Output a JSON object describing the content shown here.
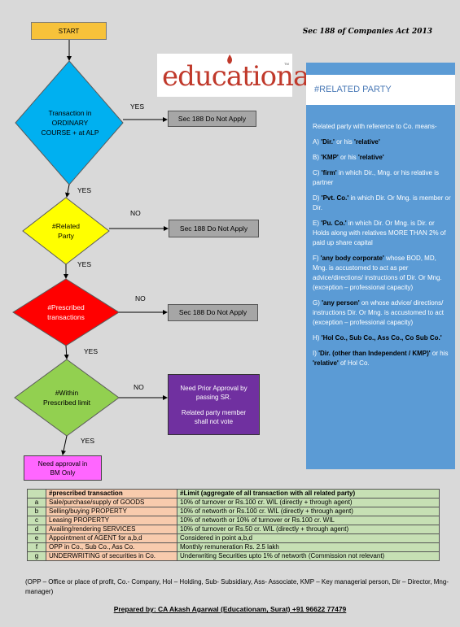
{
  "flow": {
    "start": "START",
    "d1": "Transaction in ORDINARY COURSE + at ALP",
    "d2": "#Related Party",
    "d3": "#Prescribed transactions",
    "d4": "#Within Prescribed limit",
    "na1": "Sec 188 Do Not Apply",
    "na2": "Sec 188 Do Not Apply",
    "na3": "Sec 188 Do Not Apply",
    "yes": "YES",
    "no": "NO",
    "approval_line1": "Need Prior Approval by passing SR.",
    "approval_line2": "Related party member shall not vote",
    "need_bm": "Need approval in BM Only"
  },
  "header": {
    "title": "Sec 188 of Companies Act 2013",
    "logo": "educationam",
    "logo_tm": "TM"
  },
  "panel": {
    "title": "#RELATED PARTY",
    "intro": "Related party with reference to Co. means-",
    "items": [
      {
        "pre": "A) ",
        "b1": "'Dir.'",
        "mid": " or his ",
        "b2": "'relative'",
        "post": ""
      },
      {
        "pre": "B) ",
        "b1": "'KMP'",
        "mid": " or his ",
        "b2": "'relative'",
        "post": ""
      },
      {
        "pre": "C) ",
        "b1": "'firm'",
        "mid": " in which Dir., Mng. or his relative is partner",
        "b2": "",
        "post": ""
      },
      {
        "pre": "D) ",
        "b1": "'Pvt. Co.'",
        "mid": " in which Dir. Or Mng. is member or Dir.",
        "b2": "",
        "post": ""
      },
      {
        "pre": "E) ",
        "b1": "'Pu. Co.'",
        "mid": " in which Dir. Or Mng. is Dir. or Holds along with relatives MORE THAN 2% of paid up share capital",
        "b2": "",
        "post": ""
      },
      {
        "pre": "F) ",
        "b1": "'any body corporate'",
        "mid": " whose BOD, MD, Mng. is accustomed to act as per advice/directions/ instructions of Dir. Or Mng. (exception – professional capacity)",
        "b2": "",
        "post": ""
      },
      {
        "pre": "G) ",
        "b1": "'any person'",
        "mid": " on whose advice/ directions/ instructions Dir. Or Mng. is accustomed to act (exception – professional capacity)",
        "b2": "",
        "post": ""
      },
      {
        "pre": "H) ",
        "b1": "'Hol Co., Sub Co., Ass Co., Co Sub Co.'",
        "mid": "",
        "b2": "",
        "post": ""
      },
      {
        "pre": "I) ",
        "b1": "'Dir. (other than Independent / KMP)'",
        "mid": " or his ",
        "b2": "'relative'",
        "post": " of Hol Co."
      }
    ]
  },
  "table": {
    "header_transaction": "#prescribed transaction",
    "header_limit": "#Limit (aggregate of all transaction with all related party)",
    "rows": [
      {
        "letter": "a",
        "transaction": "Sale/purchase/supply of GOODS",
        "limit": "10% of turnover or Rs.100 cr. WIL (directly + through agent)"
      },
      {
        "letter": "b",
        "transaction": "Selling/buying PROPERTY",
        "limit": "10% of networth or Rs.100 cr. WIL (directly + through agent)"
      },
      {
        "letter": "c",
        "transaction": "Leasing PROPERTY",
        "limit": "10% of networth or 10% of turnover or Rs.100 cr. WIL"
      },
      {
        "letter": "d",
        "transaction": "Availing/rendering SERVICES",
        "limit": "10% of turnover or Rs.50 cr. WIL (directly + through agent)"
      },
      {
        "letter": "e",
        "transaction": "Appointment of AGENT for a,b,d",
        "limit": "Considered in point a,b,d"
      },
      {
        "letter": "f",
        "transaction": "OPP in Co., Sub Co., Ass Co.",
        "limit": "Monthly remuneration Rs. 2.5 lakh"
      },
      {
        "letter": "g",
        "transaction": "UNDERWRITING of securities in Co.",
        "limit": "Underwriting Securities upto 1% of networth (Commission not relevant)"
      }
    ]
  },
  "footnote": "(OPP – Office or place of profit, Co.- Company, Hol – Holding, Sub- Subsidiary, Ass- Associate, KMP – Key managerial person, Dir – Director, Mng- manager)",
  "prepared_by": "Prepared by: CA Akash Agarwal (Educationam, Surat) +91 96622 77479",
  "colors": {
    "start": "#f7c23a",
    "d1": "#00b0f0",
    "d2": "#ffff00",
    "d3": "#ff0000",
    "d4": "#92d050",
    "na_box": "#a6a6a6",
    "approval": "#7030a0",
    "need_bm": "#ff66ff",
    "panel": "#5b9bd5"
  }
}
